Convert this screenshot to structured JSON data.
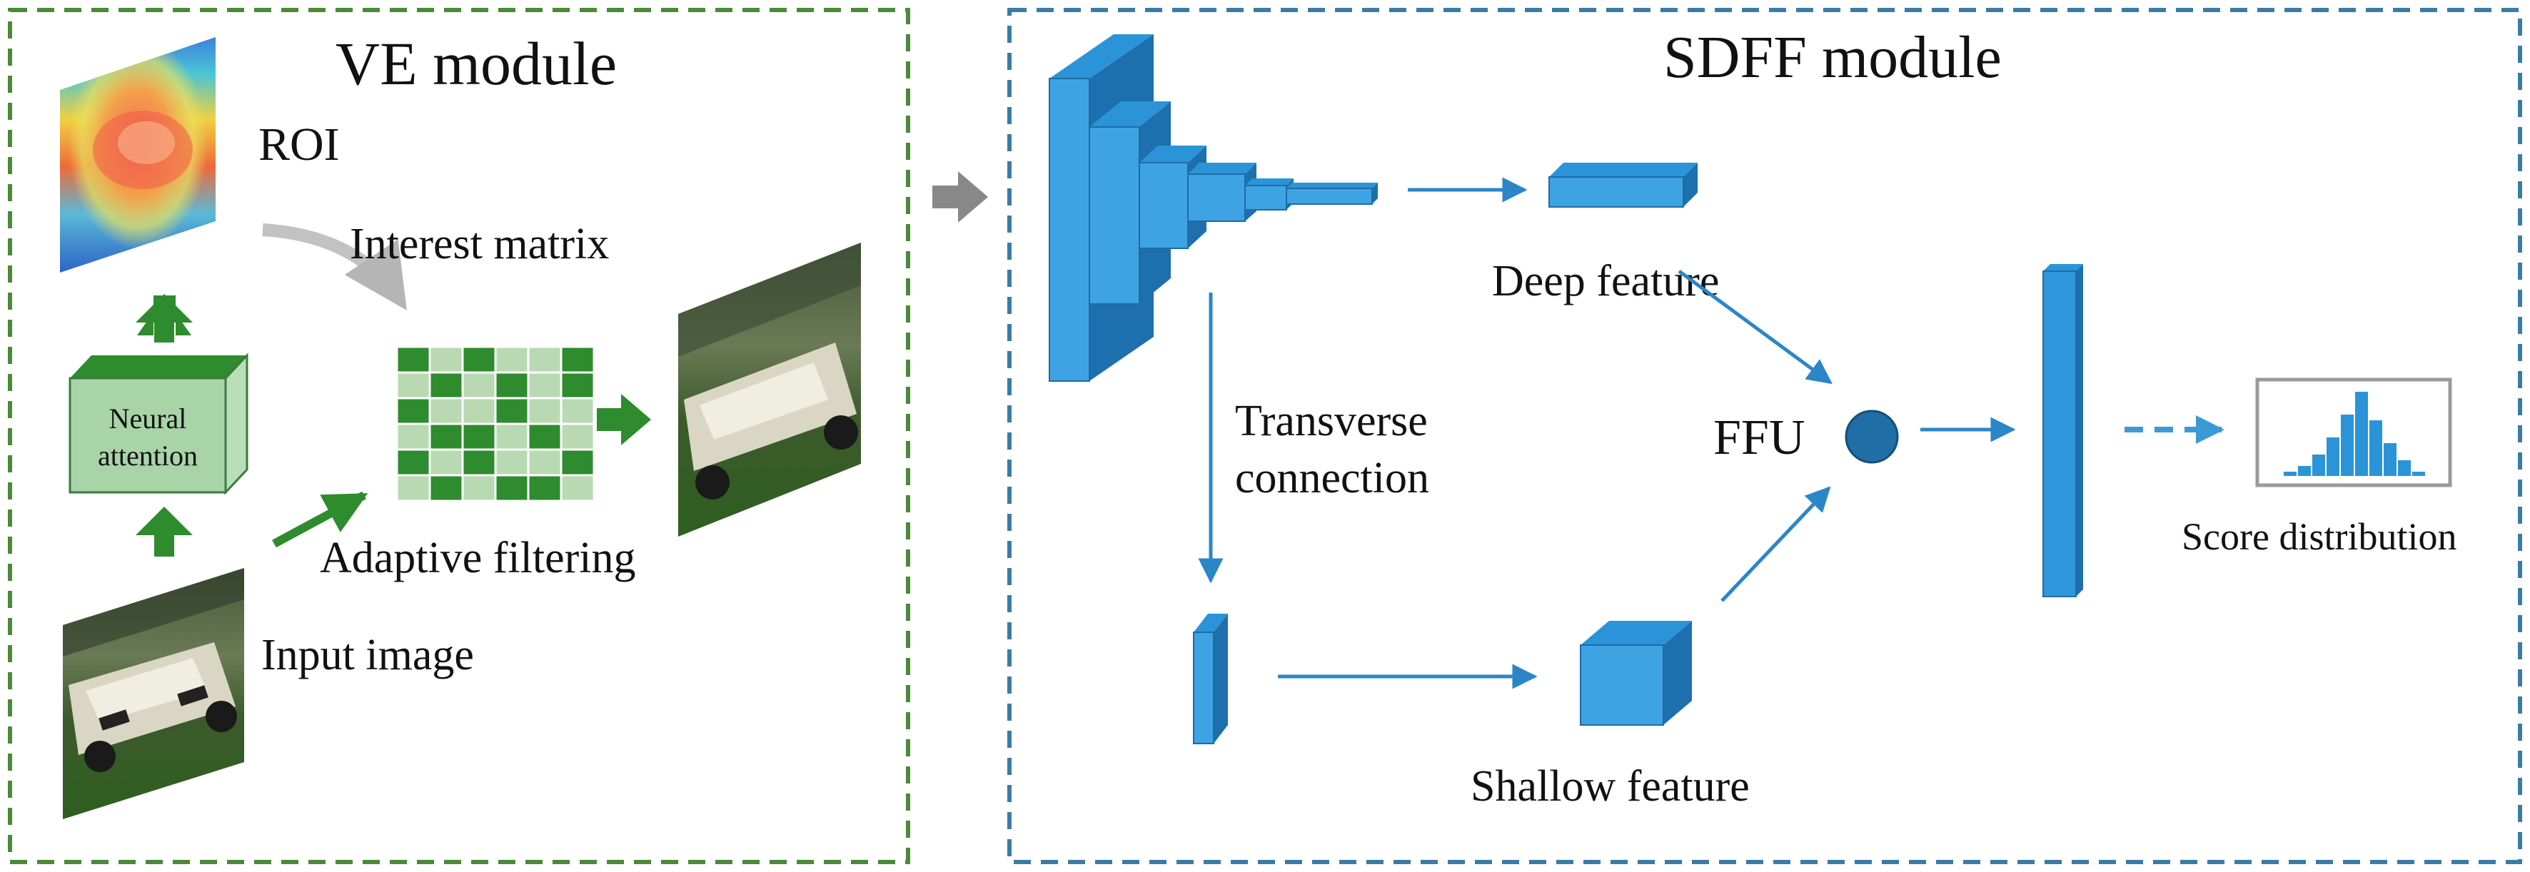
{
  "colors": {
    "ve_border": "#4a8a38",
    "sdff_border": "#3b7ca6",
    "green": "#2e8b2e",
    "light_green": "#b9d9b3",
    "blue": "#2b94d8",
    "blue_dark": "#1d6fae",
    "arrow_gray": "#808080"
  },
  "ve_module": {
    "title": "VE module",
    "roi_label": "ROI",
    "interest_matrix_label": "Interest matrix",
    "neural_attention_line1": "Neural",
    "neural_attention_line2": "attention",
    "adaptive_filtering_label": "Adaptive filtering",
    "input_image_label": "Input image"
  },
  "sdff_module": {
    "title": "SDFF module",
    "deep_feature_label": "Deep feature",
    "transverse_line1": "Transverse",
    "transverse_line2": "connection",
    "ffu_label": "FFU",
    "shallow_feature_label": "Shallow feature",
    "score_distribution_label": "Score distribution"
  },
  "histogram_values": [
    1,
    2,
    4,
    7,
    11,
    15,
    10,
    6,
    3,
    1
  ],
  "interest_matrix_cells": [
    [
      1,
      0,
      1,
      0,
      0,
      1
    ],
    [
      0,
      1,
      0,
      1,
      0,
      1
    ],
    [
      1,
      0,
      0,
      1,
      0,
      0
    ],
    [
      0,
      1,
      1,
      0,
      1,
      0
    ],
    [
      1,
      0,
      1,
      0,
      0,
      1
    ],
    [
      0,
      1,
      0,
      1,
      1,
      0
    ]
  ],
  "icons": {
    "roi": "roi-heatmap-icon",
    "input": "input-car-image-icon",
    "filtered": "filtered-car-image-icon",
    "matrix": "interest-matrix-grid-icon"
  }
}
